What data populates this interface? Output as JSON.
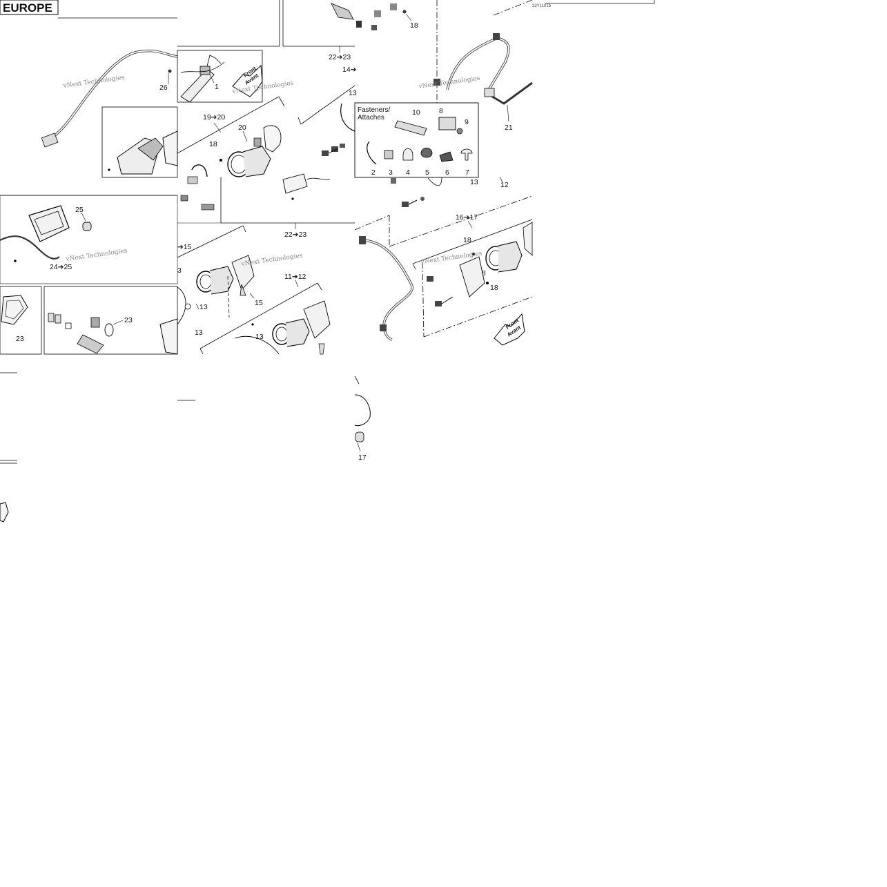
{
  "region": {
    "title": "EUROPE"
  },
  "reference": "33Y1101b",
  "watermark": "vNext Technologies",
  "front_arrow": {
    "line1": "Front",
    "line2": "Avant"
  },
  "fasteners": {
    "heading_line1": "Fasteners/",
    "heading_line2": "Attaches",
    "parts": [
      "2",
      "3",
      "4",
      "5",
      "6",
      "7",
      "8",
      "9",
      "10"
    ]
  },
  "callouts": {
    "c18_top": "18",
    "c22_23_top": "22➔23",
    "c14": "14➔",
    "c26": "26",
    "c1": "1",
    "c13_a": "13",
    "c19_20": "19➔20",
    "c20": "20",
    "c18_mid": "18",
    "c21": "21",
    "c12": "12",
    "c13_b": "13",
    "c25": "25",
    "c24_25": "24➔25",
    "c22_23_mid": "22➔23",
    "c16_17": "16➔17",
    "c18_r1": "18",
    "c18_r2": "18",
    "c18_r3": "18",
    "c15_arrow": "➔15",
    "c3": "3",
    "c15": "15",
    "c11_12": "11➔12",
    "c13_c": "13",
    "c13_d": "13",
    "c13_e": "13",
    "c23_a": "23",
    "c23_b": "23",
    "c17": "17"
  }
}
